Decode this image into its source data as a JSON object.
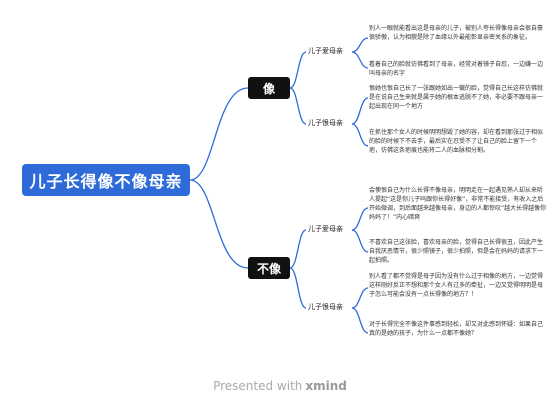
{
  "root": {
    "title": "儿子长得像不像母亲"
  },
  "branches": [
    {
      "label": "像",
      "subtopics": [
        {
          "label": "儿子爱母亲",
          "notes": [
            "别人一眼就能看出这是母亲的儿子，被别人夸长得像母亲会很自豪很骄傲，认为相貌是除了血缘以外最能彰显亲密关系的象征。",
            "看着自己的脸就仿佛看到了母亲，经常对着镜子自怼，一边嫌一边叫母亲的名字"
          ]
        },
        {
          "label": "儿子恨母亲",
          "notes": [
            "恨她也恨自己长了一张跟她如出一辙的脸，觉得自己长这样仿佛就是在说自己生来就是属于她的根本逃脱不了她，非必要不跟母亲一起出现在同一个地方",
            "在抓住那个女人的时候明明想毁了她的容，却在看到那张过于相似的脸的时候下不去手，最后实在忍受不了让自己的脸上留下一个疤，仿佛这条疤痕也能将二人的血脉相分割。"
          ]
        }
      ]
    },
    {
      "label": "不像",
      "subtopics": [
        {
          "label": "儿子爱母亲",
          "notes": [
            "会懊恨自己为什么长得不像母亲，明明走在一起遇见熟人却从来听人提起“这是你儿子吗跟你长得好像”，非常不能接受，有收入之后开始微调，到后面越来越像母亲，身边的人都惊叹“越大长得越像你妈妈了！”内心暗爽",
            "不喜欢自己这张脸，喜欢母亲的脸，觉得自己长得很丑，因此产生自我厌恶情节，很少照镜子，很少拍照，但是会在妈妈的请求下一起拍照。"
          ]
        },
        {
          "label": "儿子恨母亲",
          "notes": [
            "别人看了都不觉得是母子因为没有什么过于相像的地方，一边觉得这样刚好反正不想和那个女人有过多的牵扯，一边又觉得明明是母子怎么可能会没有一点长得像的地方？！",
            "对于长得完全不像这件事感到轻松，却又对此感到怀疑：如果自己真的是她的孩子，为什么一点都不像她？"
          ]
        }
      ]
    }
  ],
  "footer": {
    "prefix": "Presented with",
    "brand": "xmind"
  },
  "colors": {
    "accent": "#2f6bd8",
    "branch": "#111111"
  }
}
